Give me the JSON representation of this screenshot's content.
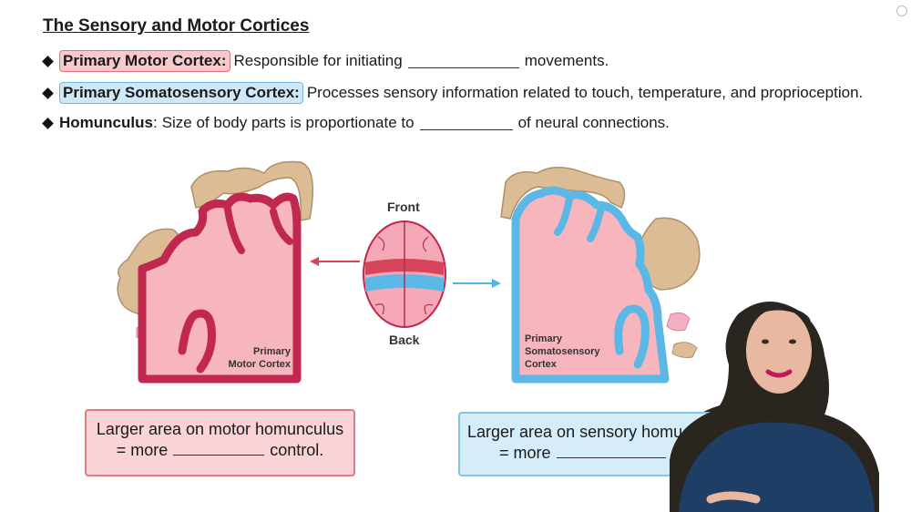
{
  "title": "The Sensory and Motor Cortices",
  "bullets": [
    {
      "term": "Primary Motor Cortex",
      "sep": ":",
      "text_before": "Responsible for initiating",
      "text_after": "movements."
    },
    {
      "term": "Primary Somatosensory Cortex",
      "sep": ":",
      "text": "Processes sensory information related to touch, temperature, and proprioception."
    },
    {
      "term": "Homunculus",
      "sep": ":",
      "text_before": "Size of body parts is proportionate to",
      "text_after": "of neural connections."
    }
  ],
  "diagram": {
    "motor_label_1": "Primary",
    "motor_label_2": "Motor Cortex",
    "front_label": "Front",
    "back_label": "Back",
    "sensory_label_1": "Primary",
    "sensory_label_2": "Somatosensory",
    "sensory_label_3": "Cortex"
  },
  "boxes": {
    "motor_line1": "Larger area on motor homunculus",
    "motor_line2_before": "= more",
    "motor_line2_after": "control.",
    "sensory_line1": "Larger area on sensory homu",
    "sensory_line2_before": "= more"
  },
  "colors": {
    "motor_fill": "#f7b6bd",
    "motor_edge": "#c0284f",
    "sensory_fill": "#f7b6bd",
    "sensory_edge": "#5bb8e6",
    "skin": "#dcbc95"
  }
}
